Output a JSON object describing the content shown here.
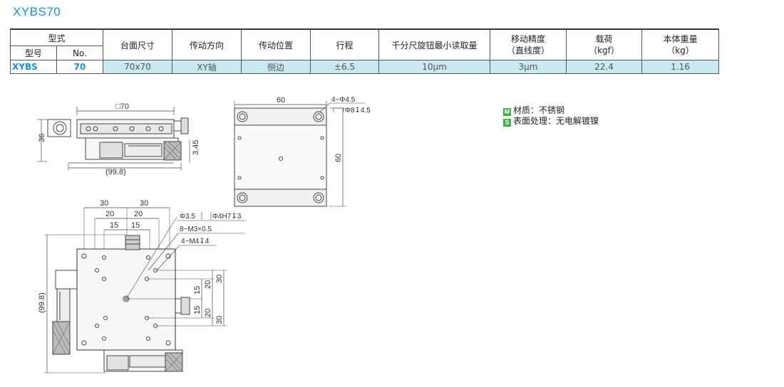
{
  "title": "XYBS70",
  "table": {
    "hdr_type": "型式",
    "hdr_model": "型号",
    "hdr_no": "No.",
    "headers": [
      "台面尺寸",
      "传动方向",
      "传动位置",
      "行程",
      "千分尺旋钮最小读取量",
      "移动精度",
      "载荷",
      "本体重量"
    ],
    "sub_headers": {
      "accuracy": "（直线度）",
      "load": "（kgf）",
      "weight": "（kg）"
    },
    "row": {
      "model": "XYBS",
      "no": "70",
      "values": [
        "70x70",
        "XY轴",
        "侧边",
        "±6.5",
        "10μm",
        "3μm",
        "22.4",
        "1.16"
      ]
    }
  },
  "materials": {
    "m_label": "M",
    "material": "材质：不锈钢",
    "s_label": "S",
    "surface": "表面处理：无电解镀镍"
  },
  "drawing_labels": {
    "front_top": "□70",
    "front_h": "36",
    "front_345": "3.45",
    "front_w": "(99.8)",
    "side_top": "60",
    "side_hole1": "4−Φ4.5",
    "side_hole2": "Φ8↧4.5",
    "side_right": "60",
    "plan_30a": "30",
    "plan_30b": "30",
    "plan_20a": "20",
    "plan_20b": "20",
    "plan_15a": "15",
    "plan_15b": "15",
    "note1": "Φ3.5",
    "note1b": "Φ4H7↧3",
    "note2": "8−M3×0.5",
    "note3": "4−M4↧4",
    "r_15": "15",
    "r_20": "20",
    "r_30": "30",
    "r_15b": "15",
    "r_20b": "20",
    "r_30b": "30",
    "plan_left": "(99.8)"
  }
}
